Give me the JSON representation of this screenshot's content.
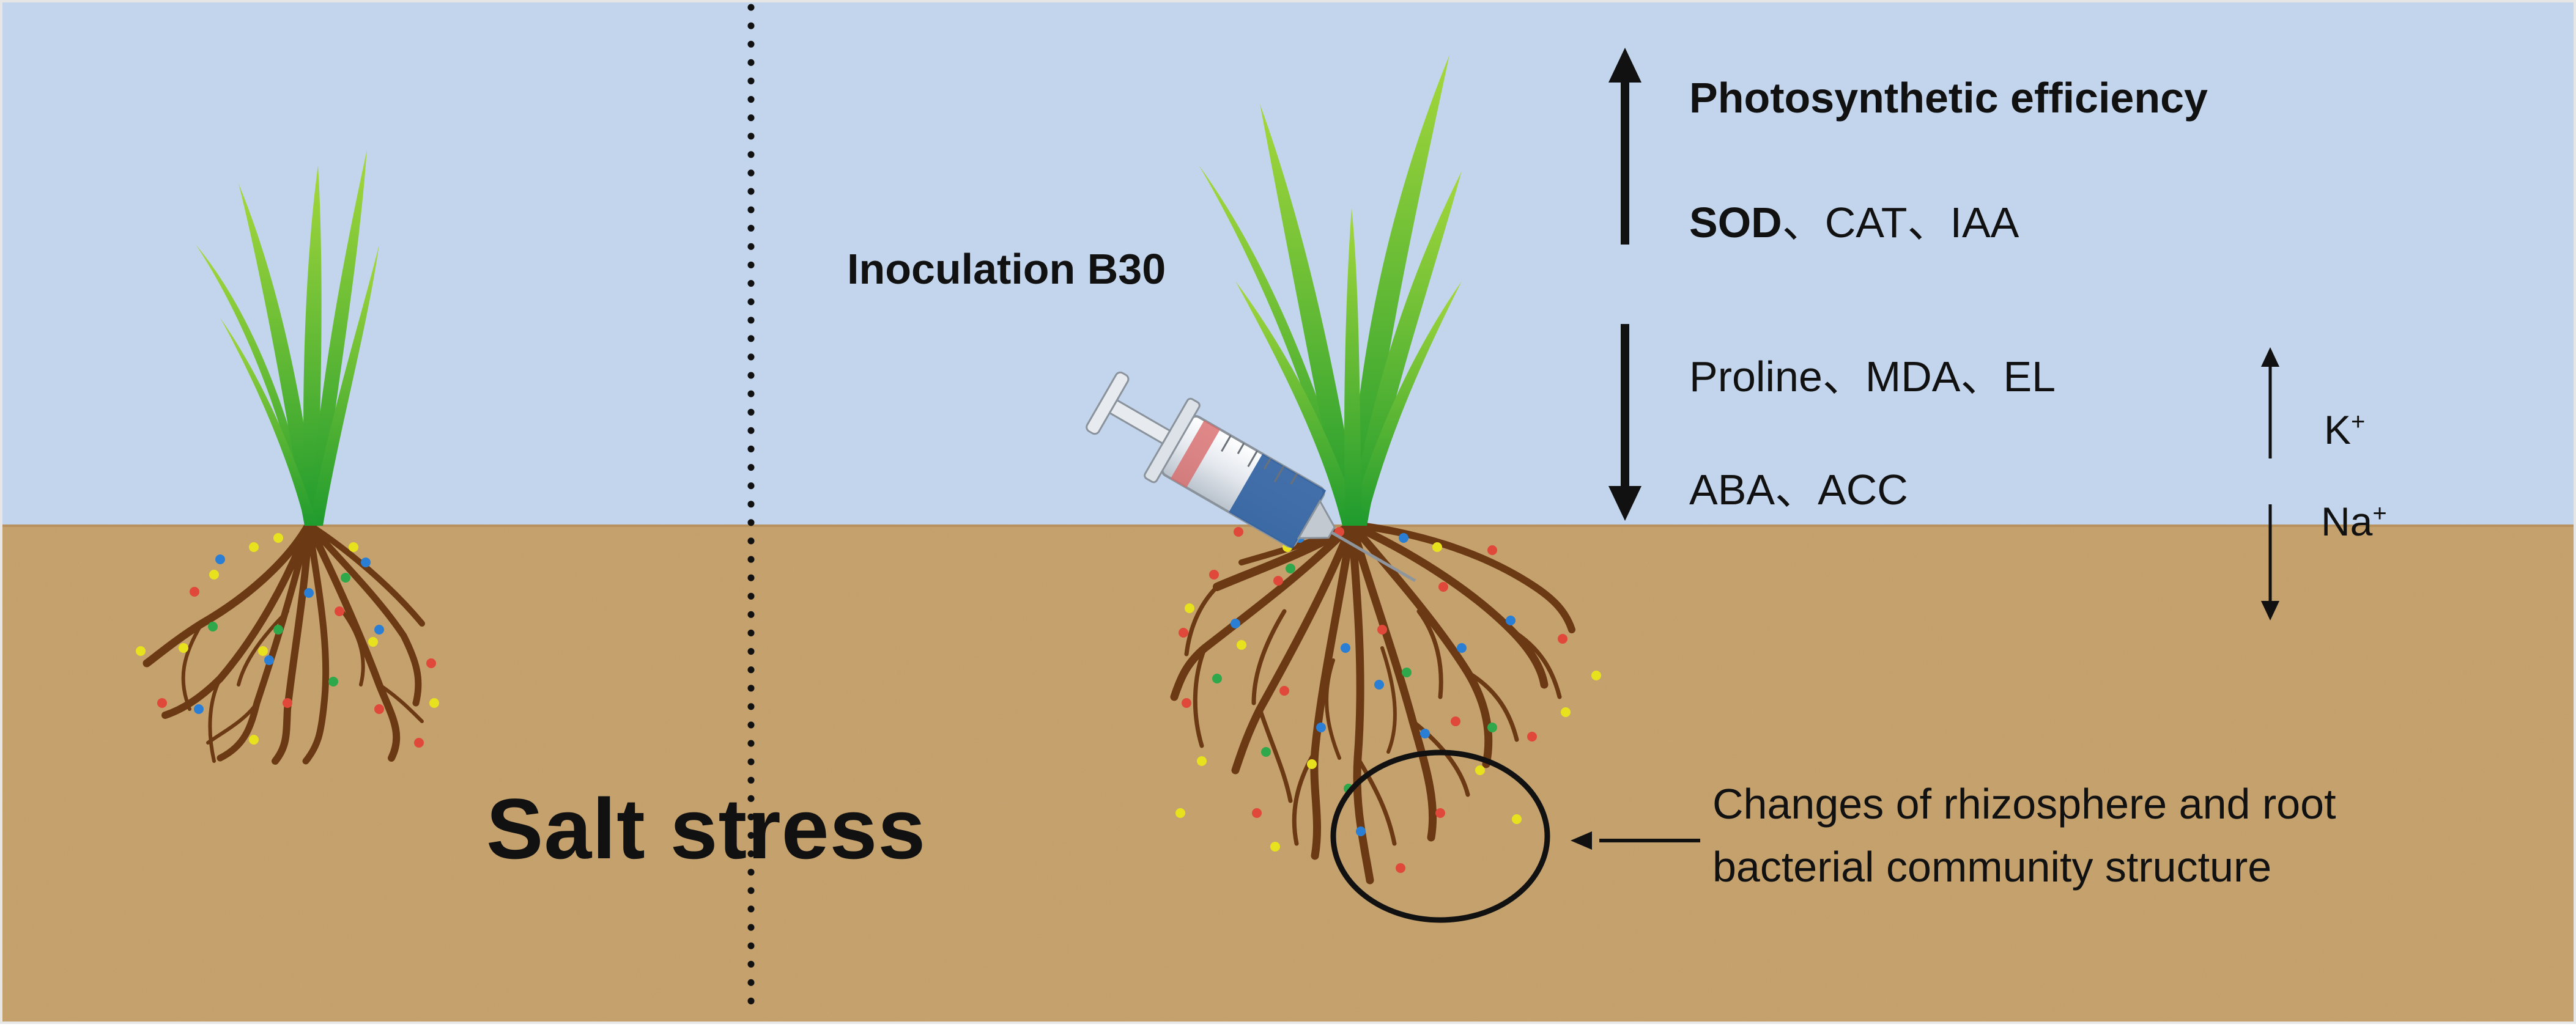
{
  "labels": {
    "salt_stress": "Salt stress",
    "inoculation": "Inoculation B30",
    "photosynthetic": "Photosynthetic efficiency",
    "sod": "SOD",
    "cat_iaa": "、CAT、IAA",
    "proline_line": "Proline、MDA、EL",
    "aba_line": "ABA、ACC",
    "k_ion": "K",
    "k_sup": "+",
    "na_ion": "Na",
    "na_sup": "+",
    "community_line1": "Changes of rhizosphere and root",
    "community_line2": "bacterial community structure"
  },
  "colors": {
    "sky": "#c3d5ec",
    "soil": "#c9a36c",
    "leaf_light": "#9ed43a",
    "leaf_dark": "#1f9b2e",
    "root": "#6b3a14",
    "bead_red": "#e0483a",
    "bead_yellow": "#e8e21e",
    "bead_blue": "#2a7fd4",
    "bead_green": "#2ea84a"
  },
  "icons": [
    "syringe-icon",
    "up-arrow-icon",
    "down-arrow-icon",
    "left-arrow-icon"
  ]
}
